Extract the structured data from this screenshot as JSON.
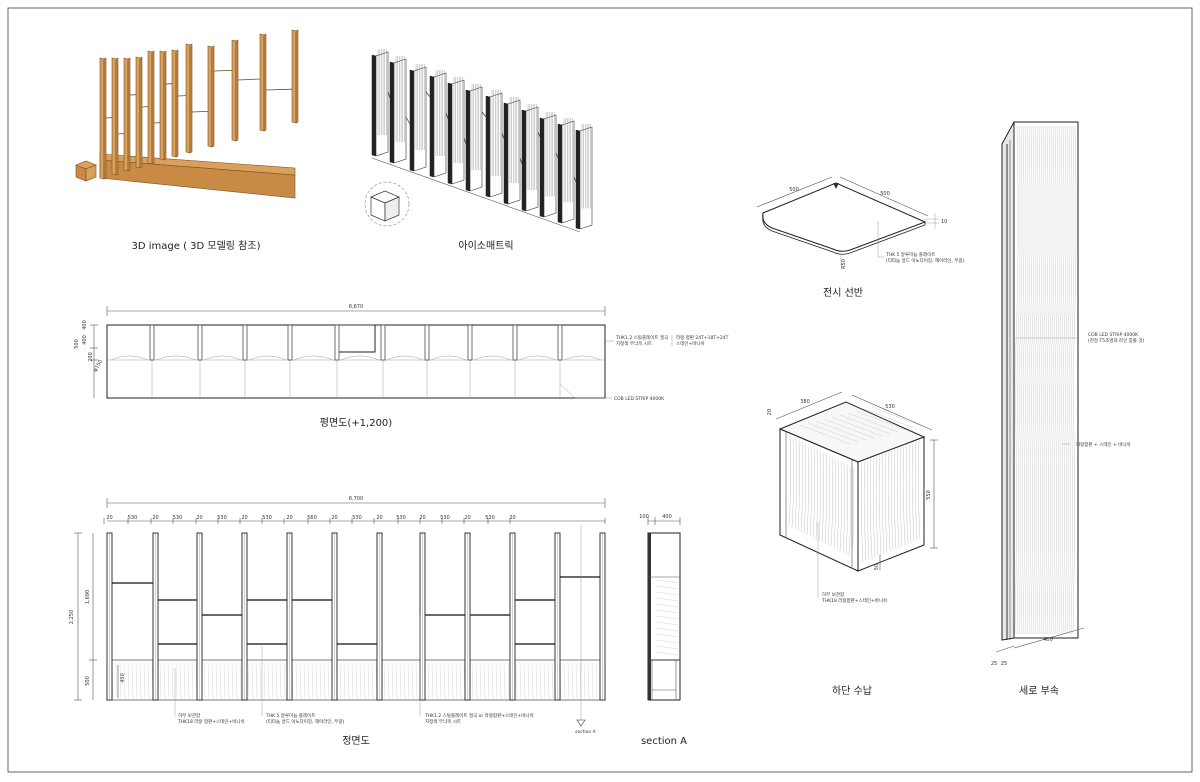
{
  "views": {
    "iso_3d": {
      "caption": "3D image ( 3D 모델링 참조)"
    },
    "iso_line": {
      "caption": "아이소매트릭"
    },
    "plan": {
      "caption": "평면도(+1,200)",
      "overall": "6,670",
      "dims_left": [
        "400",
        "500",
        "200"
      ],
      "dim_small": "φ150",
      "note1_a": "THK1.2 스틸플레이트 절곡",
      "note1_b": "지정색 무늬목 시트",
      "note2_a": "라왕 합판 24T+18T+24T",
      "note2_b": "스테인+바니쉬",
      "note3": "COB LED STRIP 4000K"
    },
    "elevation": {
      "caption": "정면도",
      "overall": "6,700",
      "bays": [
        "20",
        "530",
        "20",
        "530",
        "20",
        "530",
        "20",
        "530",
        "20",
        "560",
        "20",
        "530",
        "20",
        "530",
        "20",
        "530",
        "20",
        "530",
        "20"
      ],
      "height_total": "2,250",
      "height_upper": "1,690",
      "height_lower": "500",
      "height_inner": "450",
      "note1_a": "하부 보관함",
      "note1_b": "THK18 라왕 합판+스테인+바니쉬",
      "note2_a": "THK 5 알루미늄 플레이트",
      "note2_b": "(티타늄 골드 아노다이징, 헤어라인, 무광)",
      "note3_a": "THK1.2 스틸플레이트 절곡 or 라왕합판+스테인+바니쉬",
      "note3_b": "지정색 무늬목 시트",
      "section_marker": "section A"
    },
    "section": {
      "caption": "section A",
      "dim_a": "100",
      "dim_b": "400"
    },
    "shelf": {
      "caption": "전시 선반",
      "dim_a": "500",
      "dim_b": "500",
      "dim_t": "10",
      "dim_r": "R50",
      "note_a": "THK 5 알루미늄 플레이트",
      "note_b": "(티타늄 골드 아노다이징, 헤어라인, 무광)"
    },
    "cabinet": {
      "caption": "하단 수납",
      "dim_w": "380",
      "dim_d": "530",
      "dim_h": "550",
      "dim_t": "20",
      "dim_base": "50",
      "note_a": "하부 보관함",
      "note_b": "THK18 라왕합판+스테인+바니쉬"
    },
    "post": {
      "caption": "세로 부속",
      "note1_a": "COB LED STRIP 4000K",
      "note1_b": "(천장 T5조명과 라인 맞출 것)",
      "note2": "라왕합판 + 스테인 + 바니쉬",
      "dim_w": "400",
      "dim_l": "25",
      "dim_r": "25"
    }
  }
}
